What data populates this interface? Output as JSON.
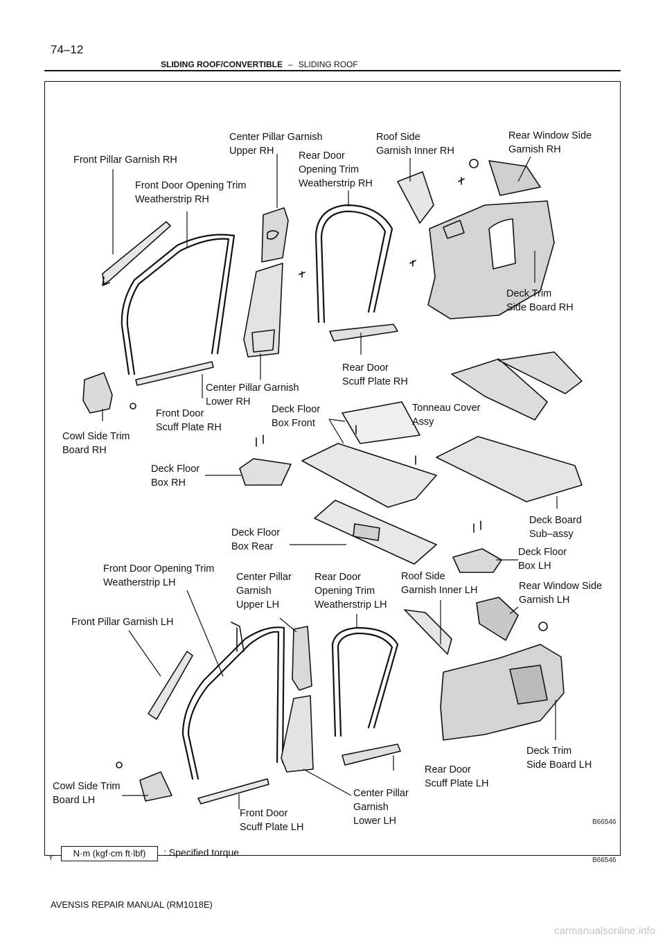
{
  "page": {
    "number": "74–12",
    "section": "SLIDING ROOF/CONVERTIBLE",
    "separator": "–",
    "subsection": "SLIDING ROOF",
    "footer": "AVENSIS REPAIR MANUAL   (RM1018E)",
    "watermark": "carmanualsonline.info"
  },
  "figure": {
    "code_top": "B66546",
    "code_bottom": "B66546",
    "legend_mark": "Y",
    "torque_unit": "N·m (kgf·cm ft·lbf)",
    "torque_note": ": Specified torque"
  },
  "labels": {
    "front_pillar_garnish_rh": "Front Pillar Garnish RH",
    "front_door_opening_trim_ws_rh": "Front Door Opening Trim\nWeatherstrip RH",
    "center_pillar_garnish_upper_rh": "Center Pillar Garnish\nUpper RH",
    "rear_door_opening_trim_ws_rh": "Rear Door\nOpening Trim\nWeatherstrip RH",
    "roof_side_garnish_inner_rh": "Roof Side\nGarnish Inner RH",
    "rear_window_side_garnish_rh": "Rear Window Side\nGarnish RH",
    "deck_trim_side_board_rh": "Deck Trim\nSide Board RH",
    "rear_door_scuff_plate_rh": "Rear Door\nScuff Plate RH",
    "center_pillar_garnish_lower_rh": "Center Pillar Garnish\nLower RH",
    "tonneau_cover_assy": "Tonneau Cover\nAssy",
    "deck_floor_box_front": "Deck Floor\nBox Front",
    "front_door_scuff_plate_rh": "Front Door\nScuff Plate RH",
    "cowl_side_trim_board_rh": "Cowl Side Trim\nBoard RH",
    "deck_floor_box_rh": "Deck Floor\nBox RH",
    "deck_board_sub_assy": "Deck Board\nSub–assy",
    "deck_floor_box_rear": "Deck Floor\nBox Rear",
    "deck_floor_box_lh": "Deck Floor\nBox LH",
    "front_door_opening_trim_ws_lh": "Front Door Opening Trim\nWeatherstrip LH",
    "center_pillar_garnish_upper_lh": "Center Pillar\nGarnish\nUpper LH",
    "rear_door_opening_trim_ws_lh": "Rear Door\nOpening Trim\nWeatherstrip LH",
    "roof_side_garnish_inner_lh": "Roof Side\nGarnish Inner LH",
    "rear_window_side_garnish_lh": "Rear Window Side\nGarnish LH",
    "front_pillar_garnish_lh": "Front Pillar Garnish LH",
    "deck_trim_side_board_lh": "Deck Trim\nSide Board LH",
    "rear_door_scuff_plate_lh": "Rear Door\nScuff Plate LH",
    "cowl_side_trim_board_lh": "Cowl Side Trim\nBoard LH",
    "center_pillar_garnish_lower_lh": "Center Pillar\nGarnish\nLower LH",
    "front_door_scuff_plate_lh": "Front Door\nScuff Plate LH"
  }
}
